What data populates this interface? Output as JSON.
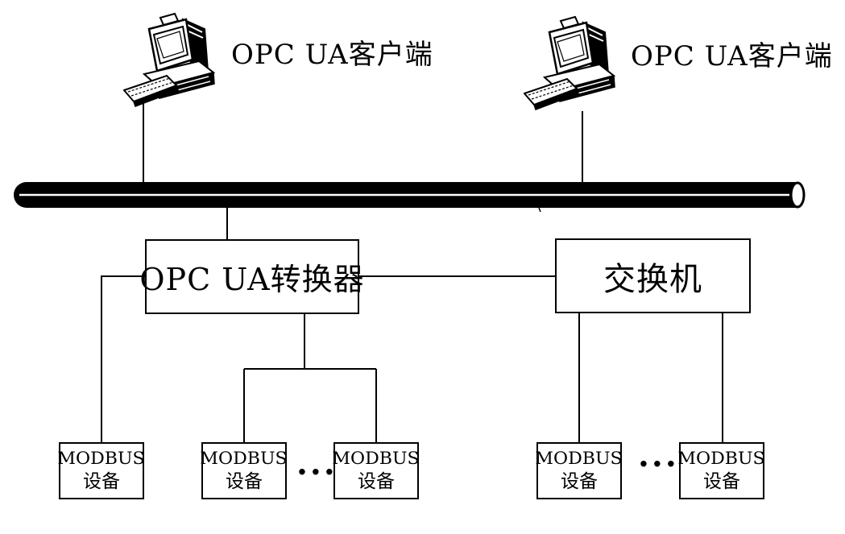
{
  "diagram": {
    "clients": [
      {
        "label": "OPC UA客户端",
        "icon": "desktop-computer-icon"
      },
      {
        "label": "OPC UA客户端",
        "icon": "desktop-computer-icon"
      }
    ],
    "bus": {
      "name": "ethernet-bus-cable",
      "fill": "#000000",
      "highlight": "#ffffff"
    },
    "converter": {
      "label": "OPC UA转换器"
    },
    "switch": {
      "label": "交换机"
    },
    "devices": [
      {
        "line1": "MODBUS",
        "line2": "设备"
      },
      {
        "line1": "MODBUS",
        "line2": "设备"
      },
      {
        "line1": "MODBUS",
        "line2": "设备"
      },
      {
        "line1": "MODBUS",
        "line2": "设备"
      },
      {
        "line1": "MODBUS",
        "line2": "设备"
      }
    ],
    "ellipses": [
      {
        "label": "..."
      },
      {
        "label": "..."
      }
    ],
    "colors": {
      "stroke": "#000000",
      "box_fill": "#ffffff",
      "text": "#000000"
    }
  }
}
